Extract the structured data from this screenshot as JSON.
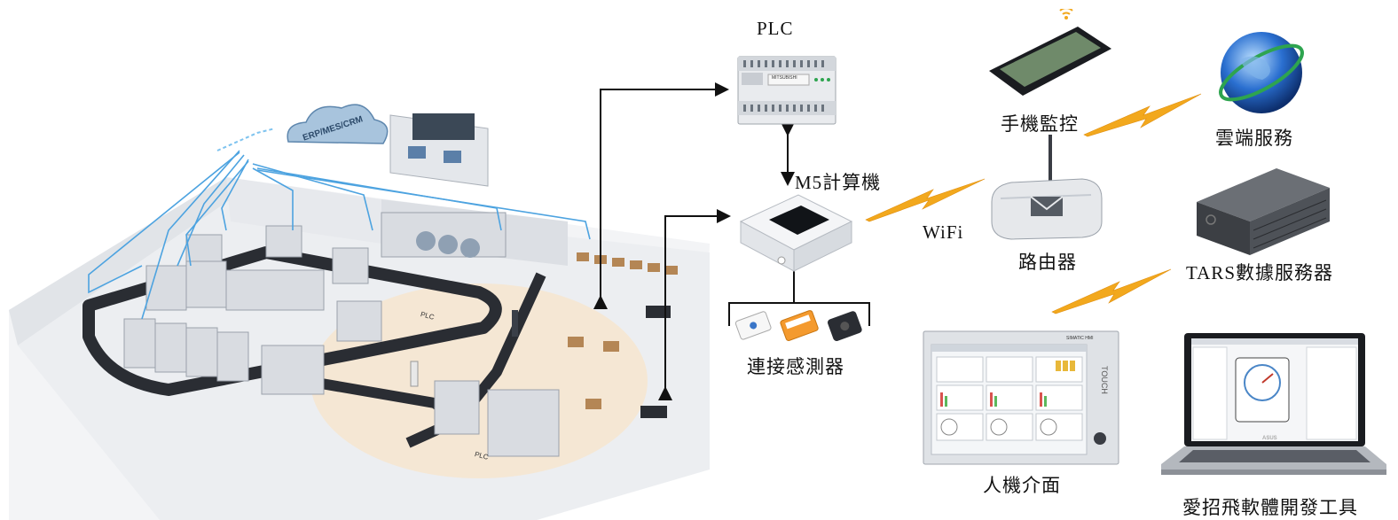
{
  "labels": {
    "plc": "PLC",
    "m5": "M5計算機",
    "wifi": "WiFi",
    "sensors": "連接感測器",
    "phone": "手機監控",
    "cloud": "雲端服務",
    "router": "路由器",
    "server": "TARS數據服務器",
    "hmi": "人機介面",
    "dev_tool": "愛招飛軟體開發工具"
  },
  "factory": {
    "cloud_text": "ERP/MES/CRM",
    "plc_tags": [
      "PLC",
      "PLC"
    ]
  },
  "devices": {
    "plc_brand": "MITSUBISHI",
    "laptop_brand": "ASUS",
    "hmi_brand": "SIMATIC HMI",
    "hmi_side": "TOUCH"
  },
  "colors": {
    "arrow": "#111111",
    "lightning": "#f2a81d",
    "factory_line": "#4da3e0",
    "globe": "#2a6fd0"
  }
}
